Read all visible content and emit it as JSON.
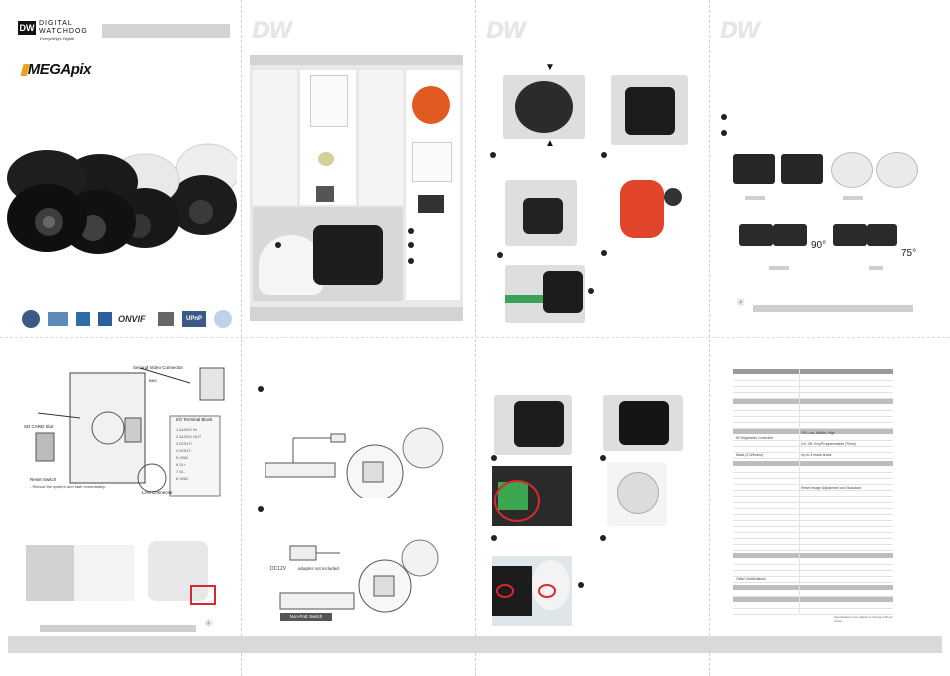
{
  "brand": {
    "logo_mark": "DW",
    "name_line1": "DIGITAL",
    "name_line2": "WATCHDOG",
    "tagline": "Everything's Digital",
    "product_logo": "MEGApix"
  },
  "feature_icons": [
    "hd-icon",
    "widescreen-icon",
    "motion-icon",
    "camera-icon",
    "onvif-icon",
    "memory-icon",
    "upnp-icon",
    "search-icon"
  ],
  "onvif_label": "ONVIF",
  "upnp_label": "UPnP",
  "panel_logos": [
    "DW",
    "DW",
    "DW"
  ],
  "tilt_angles": {
    "first": "90°",
    "second": "75°"
  },
  "connector_labels": {
    "second_video": "Second Video Connector",
    "bnc": "BNC",
    "io_terminal": "I/O Terminal Block",
    "sd_card": "SD CARD Slot",
    "reset_switch": "Reset Switch",
    "reset_note": "- Reboot the system and start immediately.",
    "lan": "LAN Connector"
  },
  "terminal_pins": [
    "1  AUDIO IN",
    "2  AUDIO OUT",
    "3  DOUT+",
    "4  DOUT-",
    "5  GND",
    "6  DI+",
    "7  DI-",
    "8  GND"
  ],
  "power_labels": {
    "dc12v": "DC12V",
    "adapter": "adapter not included",
    "switch": "Non-PoE Switch"
  },
  "spec_rows": {
    "ir_brightness": "IR Brightness Controller",
    "ir_values": "Off, Low, Middle, High",
    "ir_values2": "On, Off, Key/Programmable (Timer)",
    "mask": "Mask (4 Window)",
    "mask_value": "Up to 4 mask areas",
    "video_quality": "Reset Image Adjustment and Standard",
    "other": "Other Certifications",
    "footnote": "Specifications are subject to change without notice."
  }
}
